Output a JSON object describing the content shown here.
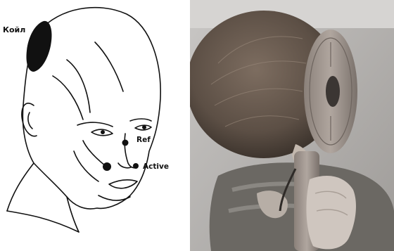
{
  "illustration": {
    "labels": {
      "coil": "Койл",
      "ref": "Ref",
      "active": "Active"
    },
    "colors": {
      "ink": "#111111",
      "paper": "#ffffff"
    }
  },
  "photo": {
    "colors": {
      "hair": "#6e5f52",
      "coil_device": "#9a8f88",
      "background": "#b9b6b3"
    }
  }
}
